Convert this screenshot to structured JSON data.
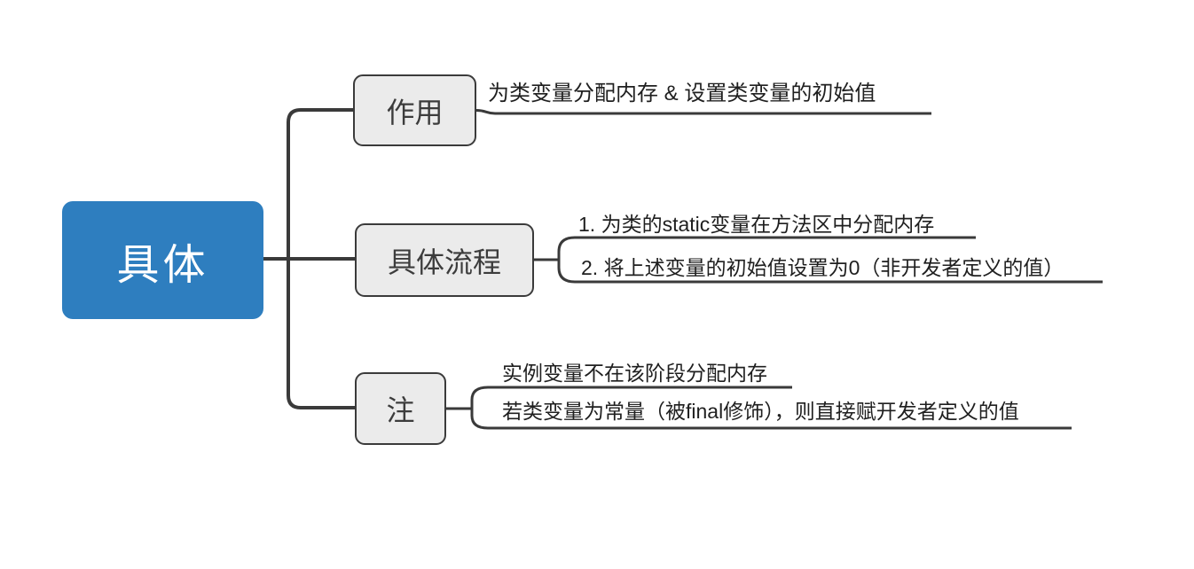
{
  "colors": {
    "root_fill": "#2e7ebf",
    "root_text": "#ffffff",
    "node_fill": "#ebebeb",
    "node_border": "#3b3b3b",
    "node_text": "#3c3c3c",
    "line": "#3a3a3a",
    "leaf_text": "#1f1f1f"
  },
  "root": {
    "label": "具体"
  },
  "branches": [
    {
      "label": "作用",
      "leaves": [
        "为类变量分配内存 & 设置类变量的初始值"
      ]
    },
    {
      "label": "具体流程",
      "leaves": [
        "1. 为类的static变量在方法区中分配内存",
        "2. 将上述变量的初始值设置为0（非开发者定义的值）"
      ]
    },
    {
      "label": "注",
      "leaves": [
        "实例变量不在该阶段分配内存",
        "若类变量为常量（被final修饰），则直接赋开发者定义的值"
      ]
    }
  ]
}
